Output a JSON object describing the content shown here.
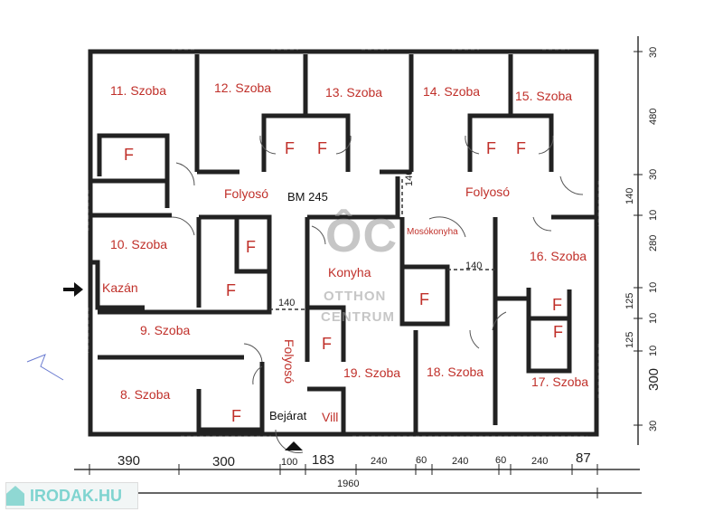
{
  "rooms": {
    "r11": "11. Szoba",
    "r12": "12. Szoba",
    "r13": "13. Szoba",
    "r14": "14. Szoba",
    "r15": "15. Szoba",
    "r10": "10. Szoba",
    "r16": "16. Szoba",
    "r9": "9. Szoba",
    "r8": "8. Szoba",
    "r19": "19. Szoba",
    "r18": "18. Szoba",
    "r17": "17. Szoba",
    "folyoso": "Folyosó",
    "bm": "BM 245",
    "mosokonyha": "Mosókonyha",
    "konyha": "Konyha",
    "kazan": "Kazán",
    "bejarat": "Bejárat",
    "vill": "Vill",
    "toilet": "F"
  },
  "inner_dims": {
    "d140": "140"
  },
  "bottom_dims": [
    "390",
    "300",
    "100",
    "183",
    "240",
    "60",
    "240",
    "60",
    "240",
    "87"
  ],
  "total_width": "1960",
  "right_dims": {
    "a": "30",
    "b": "480",
    "c": "30",
    "d": "140",
    "e": "10",
    "f": "280",
    "g": "10",
    "h": "125",
    "i": "10",
    "j": "125",
    "k": "10",
    "l": "300",
    "m": "30"
  },
  "watermark": {
    "line1": "ÔC",
    "line2": "OTTHON",
    "line3": "CENTRUM"
  },
  "logo": "IRODAK.HU"
}
